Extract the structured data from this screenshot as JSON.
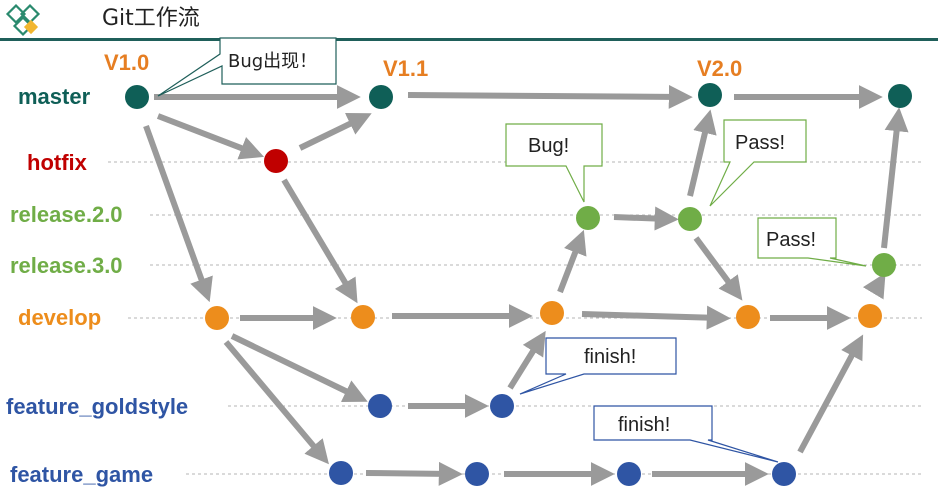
{
  "header": {
    "title": "Git工作流"
  },
  "colors": {
    "master": "#0f5f57",
    "hotfix": "#c00000",
    "release": "#70ad47",
    "develop": "#ed8d1c",
    "feature": "#2f55a4",
    "version": "#e67e22",
    "arrow": "#9a9a9a",
    "rule": "#1f5f5a"
  },
  "branches": {
    "master": "master",
    "hotfix": "hotfix",
    "release_2": "release.2.0",
    "release_3": "release.3.0",
    "develop": "develop",
    "feature_goldstyle": "feature_goldstyle",
    "feature_game": "feature_game"
  },
  "versions": {
    "v1_0": "V1.0",
    "v1_1": "V1.1",
    "v2_0": "V2.0"
  },
  "callouts": {
    "bug_appear": "Bug出现！",
    "bug": "Bug!",
    "pass_release2": "Pass!",
    "pass_release3": "Pass!",
    "finish_goldstyle": "finish!",
    "finish_game": "finish!"
  }
}
